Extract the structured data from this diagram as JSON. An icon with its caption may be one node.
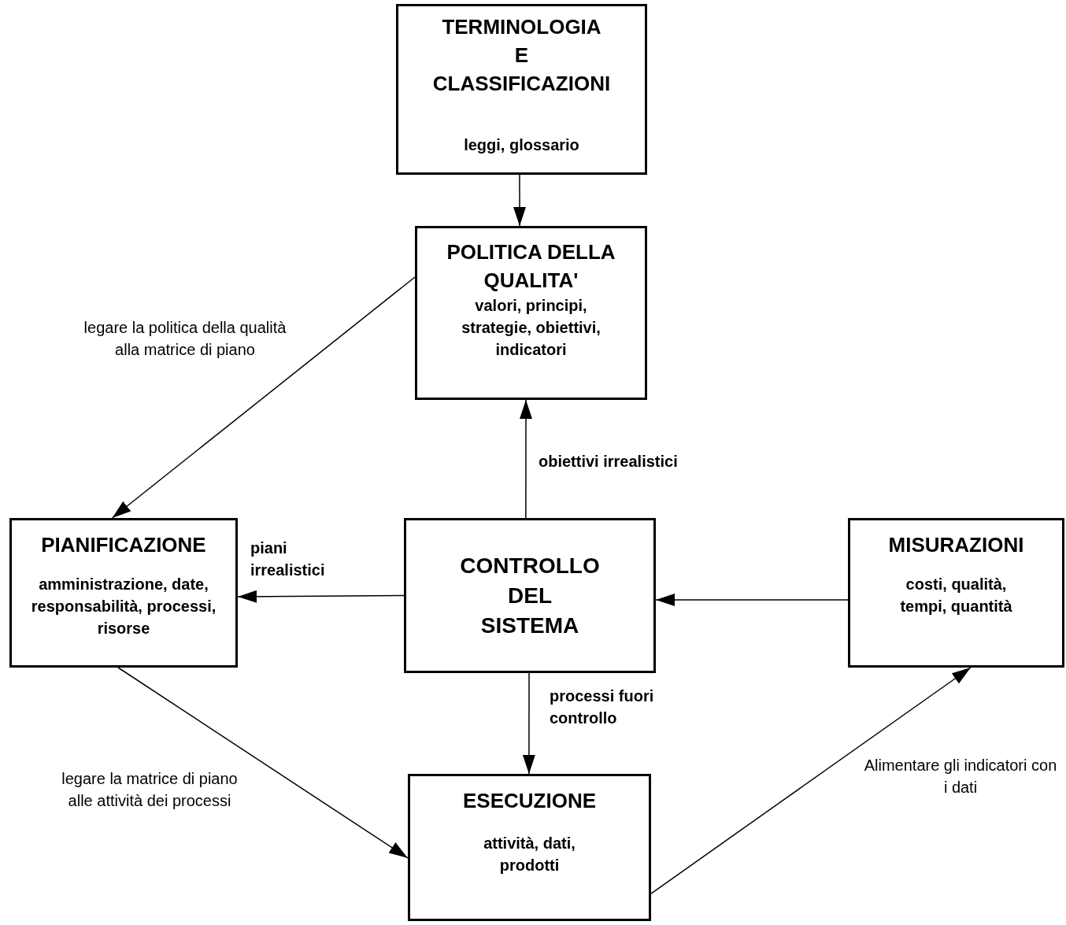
{
  "diagram": {
    "nodes": [
      {
        "text": [
          "TERMINOLOGIA E CLASSIFICAZIONI",
          "leggi, glossario"
        ]
      },
      {
        "text": [
          "POLITICA DELLA QUALITA'",
          "valori, principi, strategie, obiettivi, indicatori"
        ]
      },
      {
        "text": [
          "PIANIFICAZIONE",
          "amministrazione, date, responsabilità, processi, risorse"
        ]
      },
      {
        "text": [
          "CONTROLLO DEL SISTEMA"
        ]
      },
      {
        "text": [
          "MISURAZIONI",
          "costi, qualità, tempi, quantità"
        ]
      },
      {
        "text": [
          "ESECUZIONE",
          "attività, dati, prodotti"
        ]
      }
    ],
    "edges": [
      {
        "from": 0,
        "to": 1,
        "arrow": "to"
      },
      {
        "from": 3,
        "to": 1,
        "arrow": "to",
        "label": "obiettivi irrealistici"
      },
      {
        "from": 1,
        "to": 2,
        "arrow": "to",
        "label": "legare la politica della qualità alla matrice di piano"
      },
      {
        "from": 3,
        "to": 2,
        "arrow": "to",
        "label": "piani irrealistici"
      },
      {
        "from": 4,
        "to": 3,
        "arrow": "to"
      },
      {
        "from": 3,
        "to": 5,
        "arrow": "to",
        "label": "processi fuori controllo"
      },
      {
        "from": 2,
        "to": 5,
        "arrow": "to",
        "label": "legare la matrice di piano alle attività dei processi"
      },
      {
        "from": 5,
        "to": 4,
        "arrow": "to",
        "label": "Alimentare gli indicatori con i dati"
      }
    ]
  }
}
